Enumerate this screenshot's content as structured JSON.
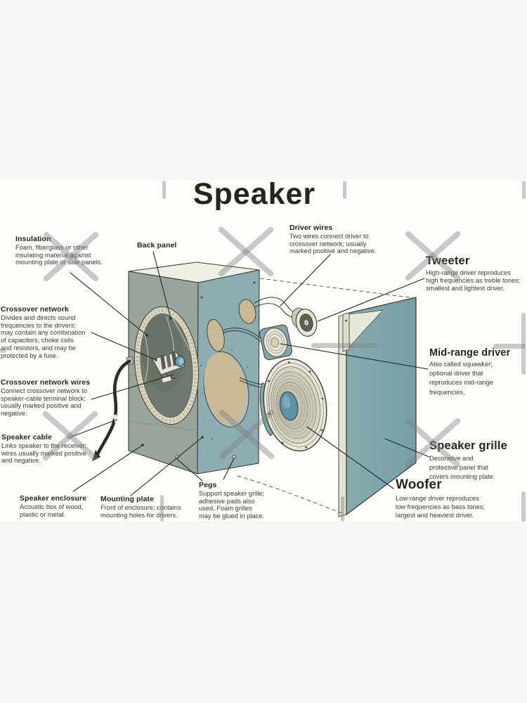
{
  "title": "Speaker",
  "labels": {
    "insulation": {
      "heading": "Insulation",
      "lines": [
        "Foam, fiberglass or other",
        "insulating material against",
        "mounting plate or side panels."
      ]
    },
    "back_panel": {
      "heading": "Back panel",
      "lines": []
    },
    "driver_wires": {
      "heading": "Driver wires",
      "lines": [
        "Two wires connect driver to",
        "crossover network; usually",
        "marked positive and negative."
      ]
    },
    "tweeter": {
      "heading": "Tweeter",
      "lines": [
        "High-range driver reproduces",
        "high frequencies as treble tones;",
        "smallest and lightest driver."
      ]
    },
    "crossover_network": {
      "heading": "Crossover network",
      "lines": [
        "Divides and directs sound",
        "frequencies to the drivers;",
        "may contain any combination",
        "of capacitors, choke coils",
        "and resistors, and may be",
        "protected by a fuse."
      ]
    },
    "crossover_network_wires": {
      "heading": "Crossover network wires",
      "lines": [
        "Connect crossover network to",
        "speaker-cable terminal block;",
        "usually marked positive and",
        "negative."
      ]
    },
    "speaker_cable": {
      "heading": "Speaker cable",
      "lines": [
        "Links speaker to the receiver;",
        "wires usually marked positive",
        "and negative."
      ]
    },
    "mid_range_driver": {
      "heading": "Mid-range driver",
      "lines": [
        "Also called squawker;",
        "optional driver that",
        "reproduces mid-range",
        "frequencies."
      ]
    },
    "speaker_grille": {
      "heading": "Speaker grille",
      "lines": [
        "Decorative and",
        "protective panel that",
        "covers mounting plate."
      ]
    },
    "woofer": {
      "heading": "Woofer",
      "lines": [
        "Low-range driver reproduces",
        "low frequencies as bass tones;",
        "largest and heaviest driver."
      ]
    },
    "speaker_enclosure": {
      "heading": "Speaker enclosure",
      "lines": [
        "Acoustic box of wood,",
        "plastic or metal."
      ]
    },
    "mounting_plate": {
      "heading": "Mounting plate",
      "lines": [
        "Front of enclosure; contains",
        "mounting holes for drivers."
      ]
    },
    "pegs": {
      "heading": "Pegs",
      "lines": [
        "Support speaker grille;",
        "adhesive pads also",
        "used. Foam grilles",
        "may be glued in place."
      ]
    }
  },
  "colors": {
    "page_background": "#fdfdfa",
    "surround_background": "#f6f6f7",
    "box_left_face": "#99a59b",
    "box_front_face": "#8cadb1",
    "box_top_face": "#edf1e4",
    "grille_panel": "#80a7ac",
    "insulation_ring": "#d8d4be",
    "opening_interior": "#6e786f",
    "hole_tan": "#c9ba94",
    "driver_cream": "#e9e7d8",
    "woofer_dome_teal": "#5d93a8",
    "crossover_cap_blue": "#5f9cba",
    "speaker_cable_black": "#2b2f2a",
    "text": "#3b3b33",
    "leader_line": "#24261f",
    "watermark_gray": "#c4c4c4"
  }
}
